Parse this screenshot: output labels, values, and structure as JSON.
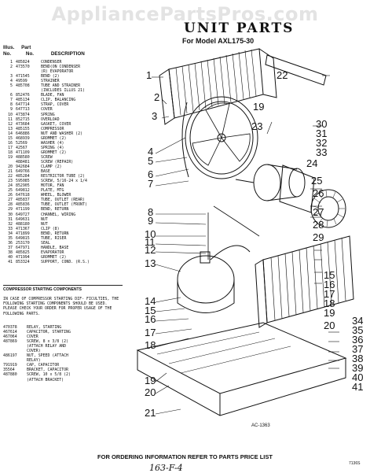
{
  "watermark": "AppliancePartsPros.com",
  "title": "UNIT PARTS",
  "model_line": "For Model AXL175-30",
  "table_header": {
    "illus": "Illus.",
    "no": "No.",
    "part": "Part",
    "part_no": "No.",
    "description": "DESCRIPTION"
  },
  "parts": [
    {
      "n": "1",
      "p": "485824",
      "d": "CONDENSER"
    },
    {
      "n": "2",
      "p": "473570",
      "d": "BEND(ON CONDENSER"
    },
    {
      "n": "",
      "p": "",
      "d": "(R) EVAPORATOR"
    },
    {
      "n": "3",
      "p": "471545",
      "d": "BEND (2)"
    },
    {
      "n": "4",
      "p": "49599",
      "d": "STRAINER"
    },
    {
      "n": "5",
      "p": "485708",
      "d": "TUBE AND STRAINER"
    },
    {
      "n": "",
      "p": "",
      "d": "(INCLUDES ILLUS 21)"
    },
    {
      "n": "6",
      "p": "852476",
      "d": "BLADE, FAN"
    },
    {
      "n": "7",
      "p": "485134",
      "d": "CLIP, BALANCING"
    },
    {
      "n": "8",
      "p": "647714",
      "d": "STRAP, COVER"
    },
    {
      "n": "9",
      "p": "647713",
      "d": "COVER"
    },
    {
      "n": "10",
      "p": "473874",
      "d": "SPRING"
    },
    {
      "n": "11",
      "p": "852715",
      "d": "OVERLOAD"
    },
    {
      "n": "12",
      "p": "473684",
      "d": "GASKET, COVER"
    },
    {
      "n": "13",
      "p": "485155",
      "d": "COMPRESSOR"
    },
    {
      "n": "14",
      "p": "646886",
      "d": "NUT AND WASHER (2)"
    },
    {
      "n": "15",
      "p": "468939",
      "d": "GROMMET (2)"
    },
    {
      "n": "16",
      "p": "52569",
      "d": "WASHER (4)"
    },
    {
      "n": "17",
      "p": "42567",
      "d": "SPRING (4)"
    },
    {
      "n": "18",
      "p": "471109",
      "d": "GROMMET (2)"
    },
    {
      "n": "19",
      "p": "488580",
      "d": "SCREW"
    },
    {
      "n": "",
      "p": "488481",
      "d": "SCREW (REPAIR)"
    },
    {
      "n": "20",
      "p": "942684",
      "d": "CLAMP (2)"
    },
    {
      "n": "21",
      "p": "649766",
      "d": "BASE"
    },
    {
      "n": "22",
      "p": "485284",
      "d": "RESTRICTOR TUBE (2)"
    },
    {
      "n": "23",
      "p": "595085",
      "d": "SCREW, 5/16-24 x 1/4"
    },
    {
      "n": "24",
      "p": "852905",
      "d": "MOTOR, FAN"
    },
    {
      "n": "25",
      "p": "649812",
      "d": "PLATE, MTG"
    },
    {
      "n": "26",
      "p": "647618",
      "d": "WHEEL, BLOWER"
    },
    {
      "n": "27",
      "p": "485837",
      "d": "TUBE, OUTLET (REAR)"
    },
    {
      "n": "28",
      "p": "485836",
      "d": "TUBE, OUTLET (FRONT)"
    },
    {
      "n": "29",
      "p": "471199",
      "d": "BEND, RETURN"
    },
    {
      "n": "30",
      "p": "649727",
      "d": "CHANNEL, WIRING"
    },
    {
      "n": "31",
      "p": "649631",
      "d": "NUT"
    },
    {
      "n": "32",
      "p": "488180",
      "d": "NUT"
    },
    {
      "n": "33",
      "p": "471367",
      "d": "CLIP (8)"
    },
    {
      "n": "34",
      "p": "471899",
      "d": "BEND, RETURN"
    },
    {
      "n": "35",
      "p": "649815",
      "d": "TUBE, RISER"
    },
    {
      "n": "36",
      "p": "253170",
      "d": "SEAL"
    },
    {
      "n": "37",
      "p": "647971",
      "d": "HANDLE, BASE"
    },
    {
      "n": "38",
      "p": "485825",
      "d": "EVAPORATOR"
    },
    {
      "n": "40",
      "p": "471994",
      "d": "GROMMET (2)"
    },
    {
      "n": "41",
      "p": "853324",
      "d": "SUPPORT, COND. (R.S.)"
    }
  ],
  "section_title": "COMPRESSOR STARTING COMPONENTS",
  "section_note": "IN CASE OF COMPRESSOR STARTING DIF- FICULTIES, THE FOLLOWING STARTING COMPONENTS SHOULD BE USED. PLEASE CHECK YOUR ORDER FOR PROPER USAGE OF THE FOLLOWING PARTS.",
  "components": [
    {
      "p": "470378",
      "d": "RELAY, STARTING"
    },
    {
      "p": "467614",
      "d": "CAPACITOR, STARTING"
    },
    {
      "p": "467064",
      "d": "COVER"
    },
    {
      "p": "487869",
      "d": "SCREW, 8 x 3/8 (2)"
    },
    {
      "p": "",
      "d": "(ATTACH RELAY AND"
    },
    {
      "p": "",
      "d": "COVER)"
    },
    {
      "p": "486197",
      "d": "NUT, SPEED (ATTACH"
    },
    {
      "p": "",
      "d": "RELAY)"
    },
    {
      "p": "791919",
      "d": "CAP, CAPACITOR"
    },
    {
      "p": "35564",
      "d": "BRACKET, CAPACITOR"
    },
    {
      "p": "487880",
      "d": "SCREW, 10 x 5/8 (2)"
    },
    {
      "p": "",
      "d": "(ATTACH BRACKET)"
    }
  ],
  "callouts_left": [
    "1",
    "2",
    "3",
    "4",
    "5",
    "6",
    "7",
    "8",
    "9",
    "10",
    "11",
    "12",
    "13",
    "14",
    "15",
    "16",
    "17",
    "18",
    "19",
    "20",
    "21"
  ],
  "callouts_right": [
    "22",
    "23",
    "19",
    "30",
    "31",
    "32",
    "33",
    "24",
    "25",
    "26",
    "27",
    "28",
    "29",
    "34",
    "35",
    "36",
    "37",
    "38",
    "39",
    "40",
    "41",
    "15",
    "16",
    "17",
    "18",
    "19",
    "20"
  ],
  "ac_number": "AC-1363",
  "footer": "FOR ORDERING INFORMATION REFER TO PARTS PRICE LIST",
  "page_code": "7136S",
  "handwritten": "163-F-4"
}
